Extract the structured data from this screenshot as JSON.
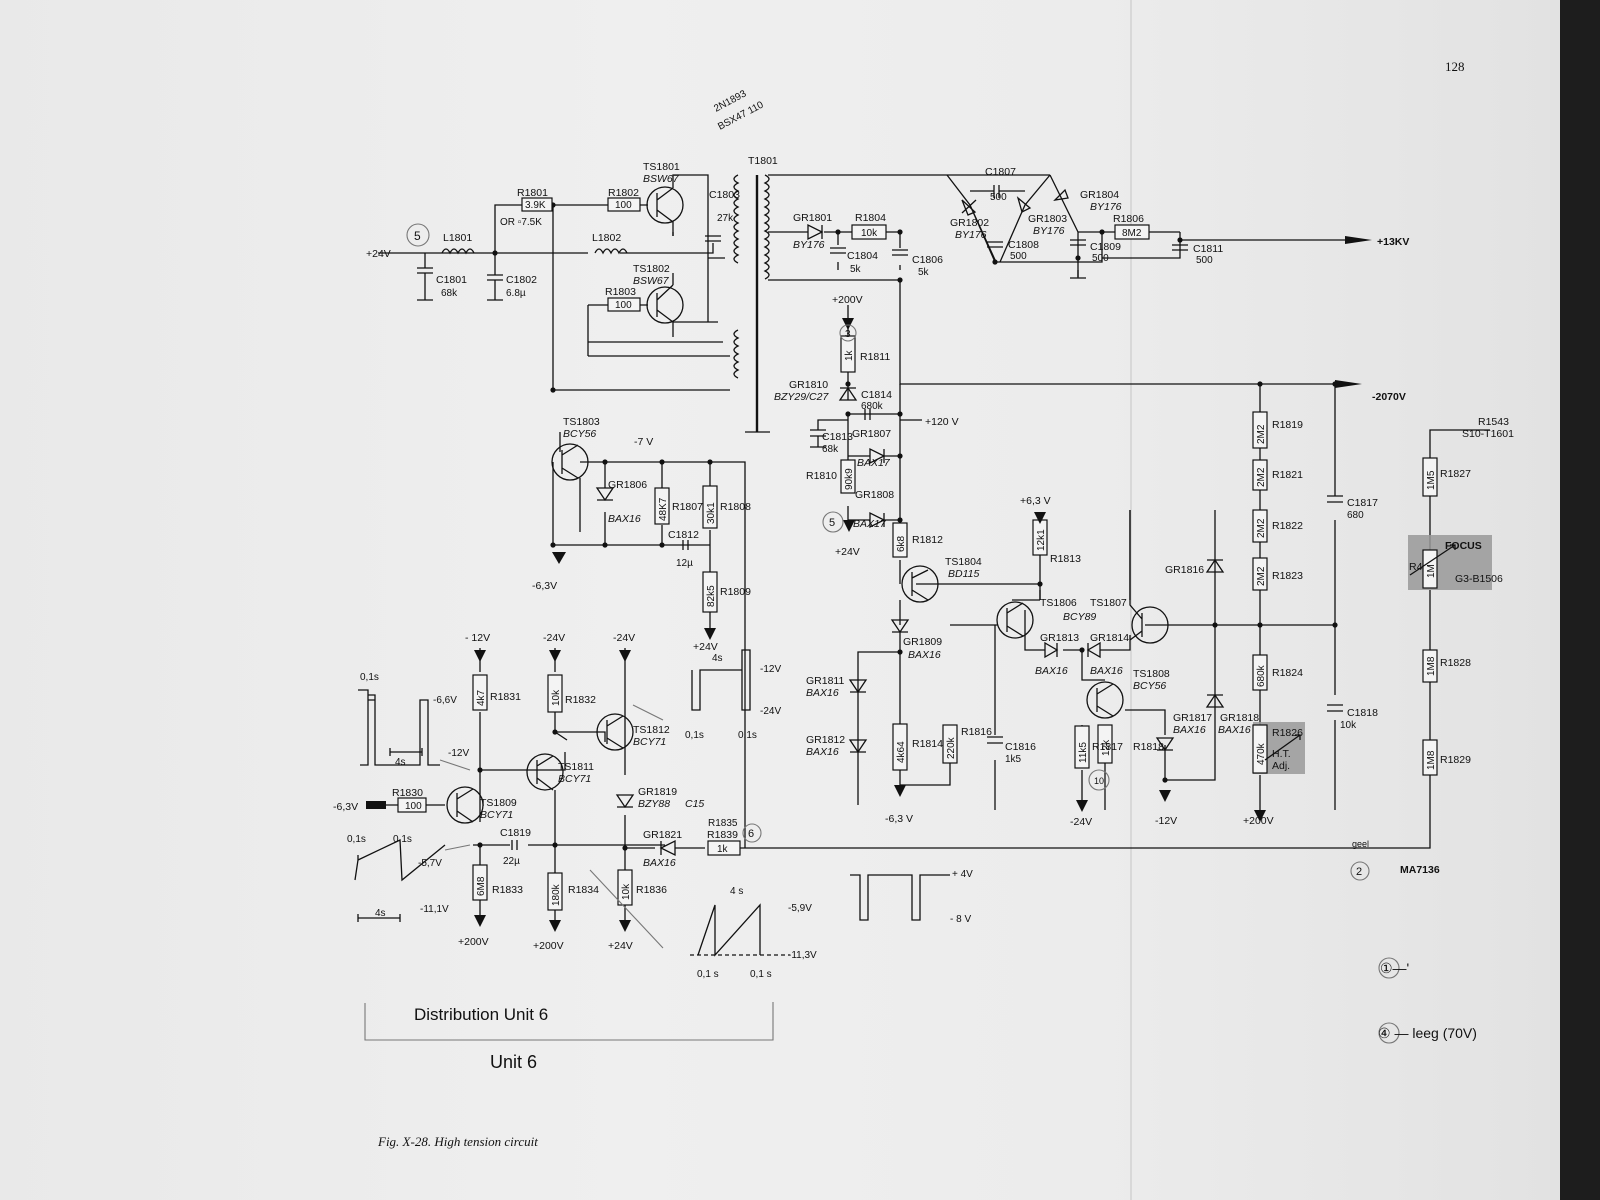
{
  "page_number": "128",
  "caption": "Fig. X-28. High tension circuit",
  "drawing_number": "MA7136",
  "handwritten": {
    "top_note_1": "2N1893",
    "top_note_2": "BSX47 110",
    "distribution": "Distribution Unit 6",
    "unit": "Unit 6",
    "note_1": "①—'",
    "note_4": "④ — leeg (70V)",
    "circle_5": "5",
    "circle_3": "3",
    "circle_10": "10",
    "circle_6": "6",
    "circle_2": "2",
    "geel": "geel"
  },
  "labels": {
    "supply_24v": "+24V",
    "l1801": "L1801",
    "l1802": "L1802",
    "c1801": "C1801",
    "c1801v": "68k",
    "c1802": "C1802",
    "c1802v": "6.8µ",
    "r1801": "R1801",
    "r1801v": "3.9K",
    "r1801alt": "OR ▫7.5K",
    "r1802": "R1802",
    "r1802v": "100",
    "r1803": "R1803",
    "r1803v": "100",
    "ts1801": "TS1801",
    "ts1801t": "BSW67",
    "ts1802": "TS1802",
    "ts1802t": "BSW67",
    "c1803": "C1803",
    "c1803v": "27k",
    "t1801": "T1801",
    "gr1801": "GR1801",
    "gr1801t": "BY176",
    "r1804": "R1804",
    "r1804v": "10k",
    "c1804": "C1804",
    "c1804v": "5k",
    "c1806": "C1806",
    "c1806v": "5k",
    "c1807": "C1807",
    "c1807v": "500",
    "gr1802": "GR1802",
    "gr1802t": "BY176",
    "gr1803": "GR1803",
    "gr1803t": "BY176",
    "gr1804": "GR1804",
    "gr1804t": "BY176",
    "c1808": "C1808",
    "c1808v": "500",
    "c1809": "C1809",
    "c1809v": "500",
    "r1806": "R1806",
    "r1806v": "8M2",
    "c1811": "C1811",
    "c1811v": "500",
    "out_13kv": "+13KV",
    "v200a": "+200V",
    "r1811": "R1811",
    "r1811v": "1k",
    "gr1810": "GR1810",
    "gr1810t": "BZY29/C27",
    "c1814": "C1814",
    "c1814v": "680k",
    "v120": "+120 V",
    "c1813": "C1813",
    "c1813v": "68k",
    "gr1807": "GR1807",
    "gr1807t": "BAX17",
    "r1810": "R1810",
    "r1810v": "90k9",
    "gr1808": "GR1808",
    "gr1808t": "BAX17",
    "v24b": "+24V",
    "r1812": "R1812",
    "r1812v": "6k8",
    "out_2070": "-2070V",
    "ts1803": "TS1803",
    "ts1803t": "BCY56",
    "vm7": "-7 V",
    "gr1806": "GR1806",
    "gr1806t": "BAX16",
    "r1807": "R1807",
    "r1807v": "48K7",
    "r1808": "R1808",
    "r1808v": "30k1",
    "c1812": "C1812",
    "c1812v": "12µ",
    "r1809": "R1809",
    "r1809v": "82k5",
    "vm63a": "-6,3V",
    "v24c": "+24V",
    "ts1804": "TS1804",
    "ts1804t": "BD115",
    "v63": "+6,3 V",
    "r1813": "R1813",
    "r1813v": "12k1",
    "ts1806": "TS1806",
    "ts1806t": "BCY89",
    "ts1807": "TS1807",
    "gr1809": "GR1809",
    "gr1809t": "BAX16",
    "gr1813": "GR1813",
    "gr1813t": "BAX16",
    "gr1814": "GR1814",
    "gr1814t": "BAX16",
    "gr1816": "GR1816",
    "ts1808": "TS1808",
    "ts1808t": "BCY56",
    "gr1811": "GR1811",
    "gr1811t": "BAX16",
    "gr1812": "GR1812",
    "gr1812t": "BAX16",
    "r1814": "R1814",
    "r1814v": "4k64",
    "r1816": "R1816",
    "r1816v": "220k",
    "c1816": "C1816",
    "c1816v": "1k5",
    "r1817": "R1817",
    "r1817v": "11k5",
    "r1818": "R1818",
    "r1818v": "12k",
    "gr1817": "GR1817",
    "gr1817t": "BAX16",
    "gr1818": "GR1818",
    "gr1818t": "BAX16",
    "vm63b": "-6,3 V",
    "vm24": "-24V",
    "vm12": "-12V",
    "v200b": "+200V",
    "r1819": "R1819",
    "r1819v": "2M2",
    "r1821": "R1821",
    "r1821v": "2M2",
    "r1822": "R1822",
    "r1822v": "2M2",
    "r1823": "R1823",
    "r1823v": "2M2",
    "r1824": "R1824",
    "r1824v": "680k",
    "r1826": "R1826",
    "r1826v": "470k",
    "ht1": "H.T.",
    "ht2": "Adj.",
    "c1817": "C1817",
    "c1817v": "680",
    "c1818": "C1818",
    "c1818v": "10k",
    "r1543": "R1543",
    "r1543t": "S10-T1601",
    "r1827": "R1827",
    "r1827v": "1M5",
    "r4": "R4",
    "r4v": "1M",
    "focus": "FOCUS",
    "focust": "G3-B1506",
    "r1828": "R1828",
    "r1828v": "1M8",
    "r1829": "R1829",
    "r1829v": "1M8",
    "vm12a": "- 12V",
    "vm24a": "-24V",
    "vm24b": "-24V",
    "r1831": "R1831",
    "r1831v": "4k7",
    "r1832": "R1832",
    "r1832v": "10k",
    "ts1812": "TS1812",
    "ts1812t": "BCY71",
    "ts1811": "TS1811",
    "ts1811t": "BCY71",
    "ts1809": "TS1809",
    "ts1809t": "BCY71",
    "r1830": "R1830",
    "r1830v": "100",
    "vm63c": "-6,3V",
    "gr1819": "GR1819",
    "gr1819t": "BZY88",
    "gr1819s": "C15",
    "gr1821": "GR1821",
    "gr1821t": "BAX16",
    "r1835": "R1835",
    "r1839": "R1839",
    "r1839v": "1k",
    "c1819": "C1819",
    "c1819v": "22µ",
    "r1833": "R1833",
    "r1833v": "6M8",
    "r1834": "R1834",
    "r1834v": "180k",
    "r1836": "R1836",
    "r1836v": "10k",
    "v200c": "+200V",
    "v200d": "+200V",
    "v24d": "+24V",
    "w1_t": "0,1s",
    "w1_lvl": "-6,6V",
    "w1_lvl2": "-12V",
    "w1_per": "4s",
    "w2_t1": "0,1s",
    "w2_t2": "0,1s",
    "w2_l1": "-5,7V",
    "w2_l2": "-11,1V",
    "w2_per": "4s",
    "w3_per": "4s",
    "w3_l1": "-12V",
    "w3_l2": "-24V",
    "w3_t1": "0,1s",
    "w3_t2": "0,1s",
    "w4_l1": "+ 4V",
    "w4_l2": "- 8 V",
    "w5_per": "4 s",
    "w5_l1": "-5,9V",
    "w5_l2": "-11,3V",
    "w5_t1": "0,1 s",
    "w5_t2": "0,1 s"
  }
}
